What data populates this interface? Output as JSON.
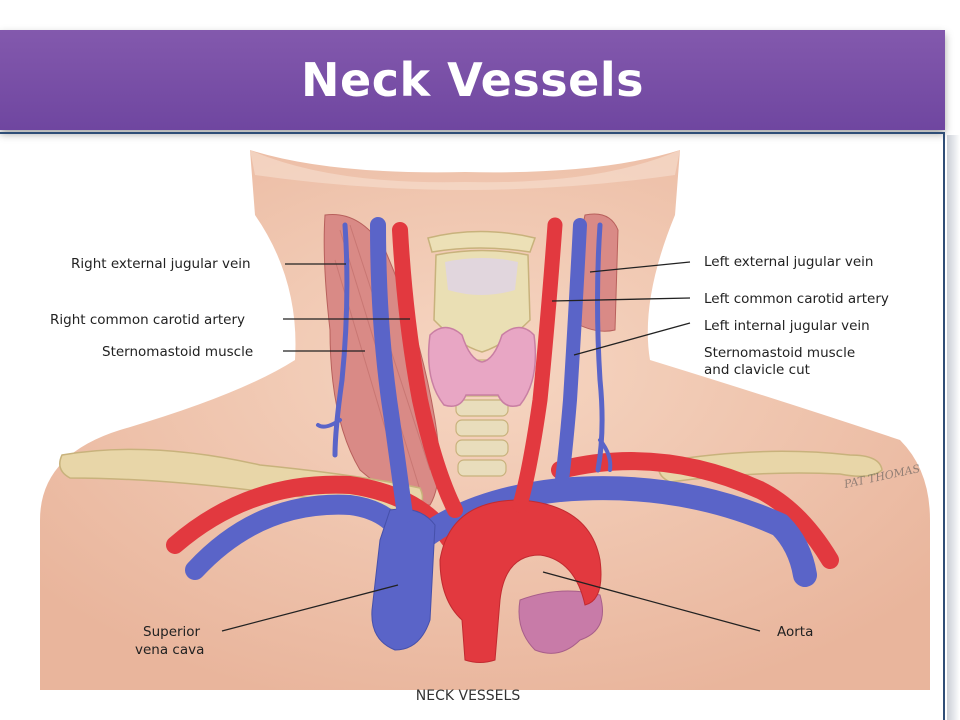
{
  "title": "Neck Vessels",
  "figure": {
    "caption": "NECK VESSELS",
    "signature": "PAT THOMAS",
    "labels": {
      "right_external_jugular_vein": "Right external jugular vein",
      "right_common_carotid_artery": "Right common carotid artery",
      "sternomastoid_muscle": "Sternomastoid muscle",
      "superior_vena_cava_1": "Superior",
      "superior_vena_cava_2": "vena cava",
      "left_external_jugular_vein": "Left external jugular vein",
      "left_common_carotid_artery": "Left common carotid artery",
      "left_internal_jugular_vein": "Left internal jugular vein",
      "sternomastoid_cut_1": "Sternomastoid muscle",
      "sternomastoid_cut_2": "and clavicle cut",
      "aorta": "Aorta"
    },
    "colors": {
      "artery": "#e2393f",
      "vein": "#5a64c8",
      "skin": "#f1c7b0",
      "muscle": "#d98a86",
      "bone": "#e8d6a8",
      "thyroid": "#e8a6c4"
    }
  }
}
